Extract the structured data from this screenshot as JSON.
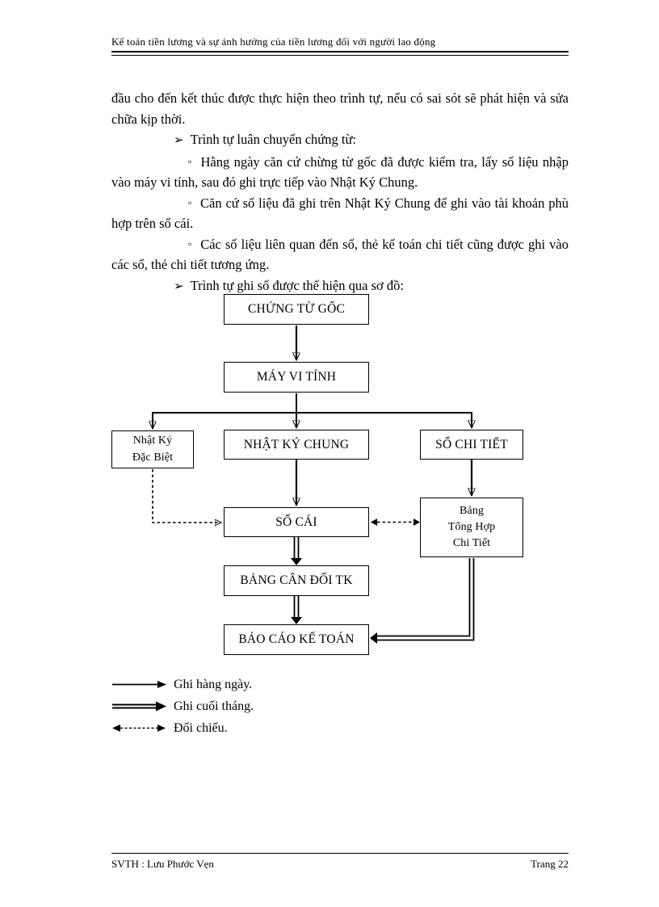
{
  "page": {
    "ink_color": "#000000",
    "header_title": "Kế toán tiền lương và sự ảnh hưởng của tiền lương đối với người lao động",
    "footer_left": "SVTH : Lưu Phước Vẹn",
    "footer_right": "Trang 22"
  },
  "paragraphs": {
    "intro": "đầu cho đến kết thúc được thực hiện theo trình tự, nếu có sai sót sẽ phát hiện và sửa chữa kịp thời.",
    "arrow_marker": "➢",
    "square_marker": "▫",
    "bullet1": "Trình tự luân chuyển chứng từ:",
    "sub1": "Hằng ngày căn cứ chừng từ gốc đã được kiểm tra, lấy số liệu nhập vào máy vi tính, sau đó ghi trực tiếp vào Nhật Ký Chung.",
    "sub2": "Căn cứ số liệu đã ghi trên Nhật Ký Chung để ghi vào tài khoản phù hợp trên sổ cái.",
    "sub3": "Các số liệu liên quan đến sổ, thẻ kế toán chi tiết cũng được ghi vào các sổ, thẻ chi tiết tương ứng.",
    "bullet2": "Trình tự ghi sổ được thể hiện qua sơ đồ:"
  },
  "diagram": {
    "boxes": {
      "chung_tu_goc": "CHỨNG TỪ GỐC",
      "may_vi_tinh": "MÁY VI TÍNH",
      "nhat_ky_dac_biet": "Nhật Ký\nĐặc Biệt",
      "nhat_ky_chung": "NHẬT KÝ CHUNG",
      "so_chi_tiet": "SỔ CHI TIẾT",
      "so_cai": "SỔ CÁI",
      "bang_tong_hop": "Bảng\nTổng Hợp\nChi Tiết",
      "bang_can_doi_tk": "BẢNG CÂN ĐỐI TK",
      "bao_cao_ke_toan": "BÁO CÁO KẾ TOÁN"
    }
  },
  "legend": {
    "items": [
      {
        "type": "solid-arrow",
        "label": "Ghi hàng ngày."
      },
      {
        "type": "double-line-arrow",
        "label": "Ghi cuối tháng."
      },
      {
        "type": "dashed-double-headed-arrow",
        "label": "Đối chiếu."
      }
    ]
  }
}
